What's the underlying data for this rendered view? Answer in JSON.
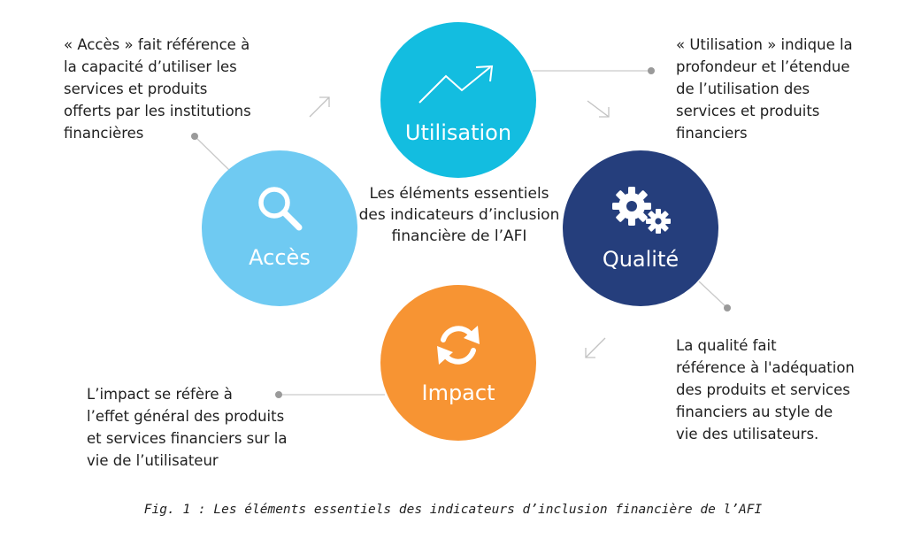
{
  "center_title": "Les éléments essentiels des indicateurs d’inclusion financière de l’AFI",
  "caption": "Fig. 1 : Les éléments essentiels des indicateurs d’inclusion financière de l’AFI",
  "nodes": {
    "utilisation": {
      "label": "Utilisation",
      "color": "#13bde0",
      "icon": "trend-up-arrow-icon",
      "description": [
        "« Utilisation » indique la",
        "profondeur et l’étendue",
        "de l’utilisation des",
        "services et produits",
        "financiers"
      ]
    },
    "acces": {
      "label": "Accès",
      "color": "#6fcaf2",
      "icon": "magnifier-search-icon",
      "description": [
        "« Accès » fait référence à",
        "la capacité d’utiliser les",
        "services et produits",
        "offerts par les institutions",
        "financières"
      ]
    },
    "qualite": {
      "label": "Qualité",
      "color": "#253e7c",
      "icon": "gears-icon",
      "description": [
        "La qualité fait",
        "référence à l'adéquation",
        "des produits et services",
        "financiers au style de",
        "vie des utilisateurs."
      ]
    },
    "impact": {
      "label": "Impact",
      "color": "#f79433",
      "icon": "refresh-cycle-icon",
      "description": [
        "L’impact se réfère à",
        "l’effet général des produits",
        "et services financiers sur la",
        "vie de l’utilisateur"
      ]
    }
  },
  "connector_color": "#c9c9c9",
  "dot_color": "#9a9a9a"
}
